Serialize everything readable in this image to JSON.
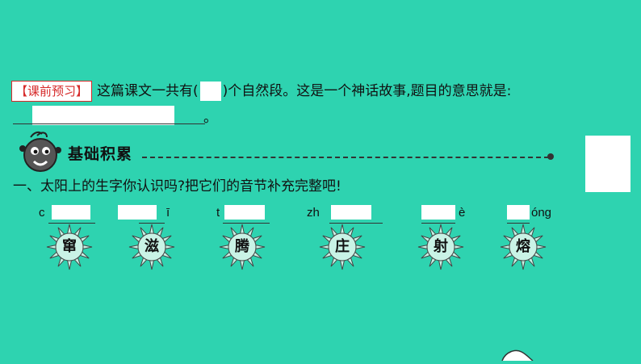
{
  "preview": {
    "tag": "【课前预习】",
    "text_before": "这篇课文一共有(",
    "text_after": ")个自然段。这是一个神话故事,题目的意思就是:",
    "period": "。"
  },
  "section": {
    "title": "基础积累"
  },
  "question1": {
    "text": "一、太阳上的生字你认识吗?把它们的音节补充完整吧!",
    "slots": [
      {
        "before": "c",
        "after": ""
      },
      {
        "before": "",
        "after": "ī"
      },
      {
        "before": "t",
        "after": ""
      },
      {
        "before": "zh",
        "after": ""
      },
      {
        "before": "",
        "after": "è"
      },
      {
        "before": "",
        "after": "óng"
      }
    ],
    "characters": [
      "窜",
      "滋",
      "腾",
      "庄",
      "射",
      "熔"
    ]
  },
  "colors": {
    "background": "#2ed3b0",
    "tag_red": "#d62a2a",
    "sun_fill": "#c9f3e6"
  }
}
